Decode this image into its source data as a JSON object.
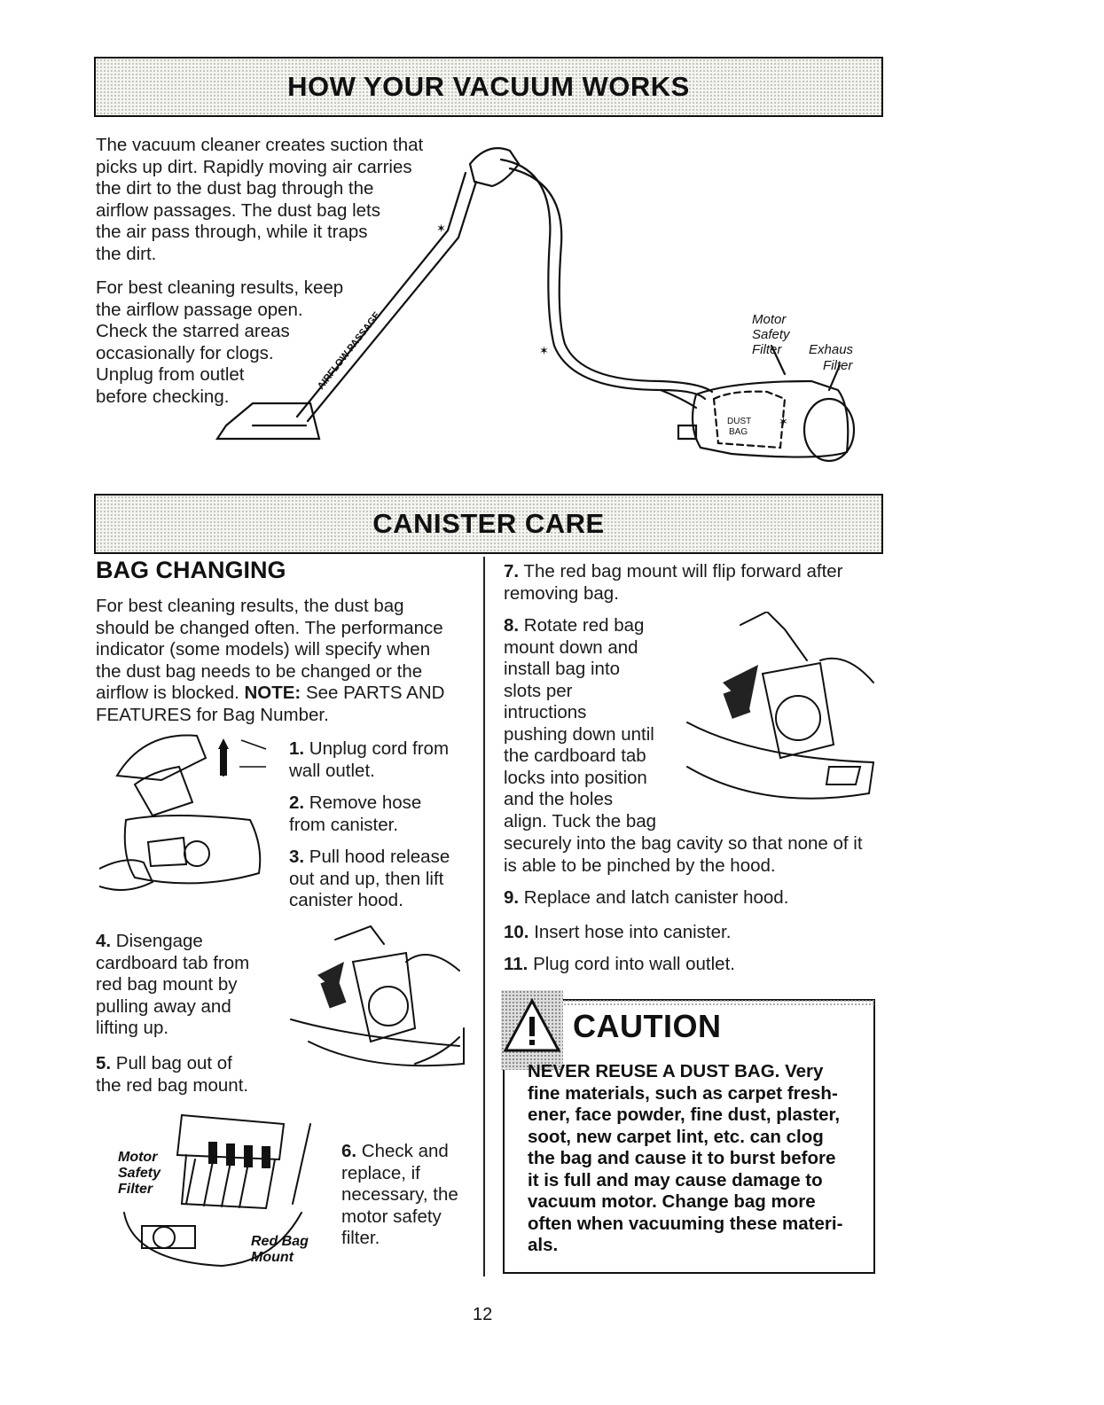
{
  "sections": {
    "how_title": "HOW YOUR VACUUM WORKS",
    "care_title": "CANISTER CARE"
  },
  "how": {
    "para1": "The vacuum cleaner creates suction that\npicks up dirt. Rapidly moving air carries\nthe dirt to the dust bag through the\nairflow passages. The dust bag lets\n the air pass through, while it traps\nthe dirt.",
    "para2": "For best cleaning results, keep\nthe airflow passage open.\nCheck the starred areas\noccasionally for clogs.\nUnplug from outlet\nbefore checking.",
    "labels": {
      "airflow": "AIRFLOW PASSAGE",
      "motor": "Motor",
      "safety": "Safety",
      "filter": "Filter",
      "exhaust": "Exhaus",
      "exhaust_filter": "Filter",
      "dust": "DUST",
      "bag": "BAG"
    }
  },
  "care": {
    "heading": "BAG CHANGING",
    "intro_a": "For best cleaning results, the dust bag\nshould be changed often. The performance\nindicator (some models) will specify when\nthe dust bag needs to be changed or the\nairflow is blocked. ",
    "intro_note": "NOTE:",
    "intro_b": " See PARTS AND\nFEATURES for Bag Number.",
    "steps": {
      "s1_n": "1.",
      "s1": " Unplug cord from\nwall outlet.",
      "s2_n": "2.",
      "s2": " Remove hose\nfrom canister.",
      "s3_n": "3.",
      "s3": " Pull hood release\nout and up, then lift\ncanister hood.",
      "s4_n": "4.",
      "s4": " Disengage\ncardboard tab from\nred bag mount by\npulling away and\nlifting up.",
      "s5_n": "5.",
      "s5": " Pull bag out of\nthe red bag mount.",
      "s6_n": "6.",
      "s6": " Check and\nreplace, if\nnecessary, the\nmotor safety\nfilter.",
      "s7_n": "7.",
      "s7": " The red bag mount will flip forward after\nremoving bag.",
      "s8_n": "8.",
      "s8a": " Rotate red bag\nmount down and\ninstall bag into\nslots per\nintructions\npushing down until\nthe cardboard tab\nlocks into position\nand the holes\nalign. Tuck the bag",
      "s8b": "securely into the bag cavity so that none of it\nis able to be pinched by the hood.",
      "s9_n": "9.",
      "s9": " Replace and latch canister hood.",
      "s10_n": "10.",
      "s10": " Insert hose into canister.",
      "s11_n": "11.",
      "s11": " Plug cord into wall outlet."
    },
    "labels": {
      "motor": "Motor",
      "safety": "Safety",
      "filter": "Filter",
      "red_bag": "Red Bag",
      "mount": "Mount"
    }
  },
  "caution": {
    "title": "CAUTION",
    "body": "NEVER REUSE A DUST BAG. Very\nfine materials, such as carpet fresh-\nener, face powder, fine dust, plaster,\nsoot, new carpet lint, etc. can clog\nthe bag and cause it to burst before\nit is full and may cause damage to\nvacuum motor. Change bag more\noften when vacuuming these materi-\nals."
  },
  "page_number": "12"
}
